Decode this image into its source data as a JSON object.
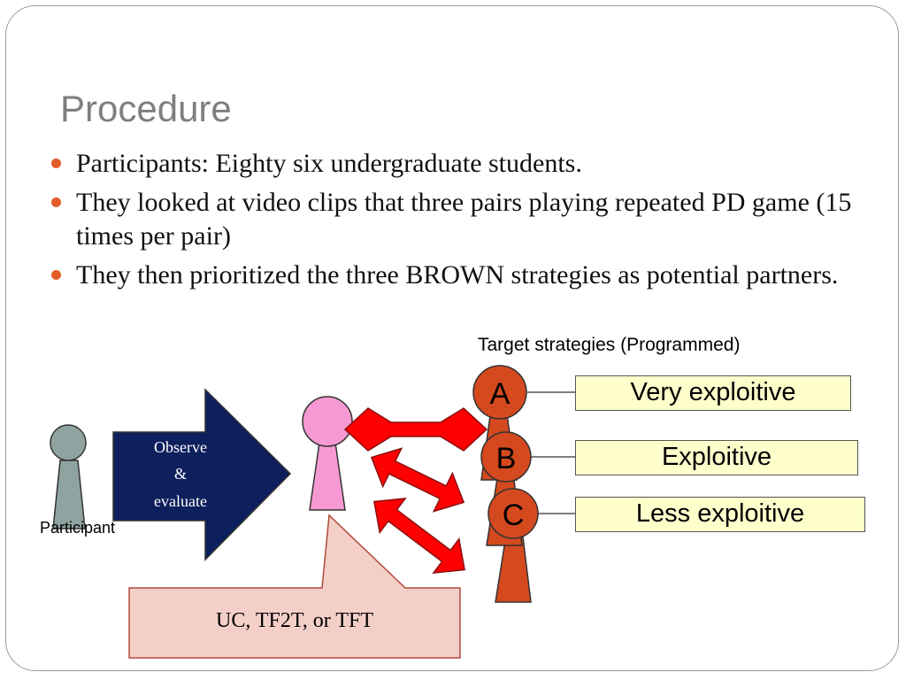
{
  "slide": {
    "title": "Procedure",
    "bullets": [
      "Participants: Eighty six undergraduate students.",
      "They looked at video clips that three pairs playing repeated PD game (15 times per pair)",
      "They then prioritized the three BROWN strategies as potential partners."
    ]
  },
  "diagram": {
    "participant_label": "Participant",
    "observe_arrow": {
      "line1": "Observe",
      "line2": "&",
      "line3": "evaluate"
    },
    "callout": "UC, TF2T, or TFT",
    "targets_caption": "Target strategies (Programmed)",
    "targets": [
      {
        "letter": "A",
        "label": "Very exploitive"
      },
      {
        "letter": "B",
        "label": "Exploitive"
      },
      {
        "letter": "C",
        "label": "Less exploitive"
      }
    ],
    "colors": {
      "participant": "#8fa4a0",
      "observer": "#f79ad3",
      "target": "#d4491e",
      "arrow_dark": "#0d1f5c",
      "double_arrow": "#ff0000",
      "callout_fill": "#f4cfc8",
      "label_fill": "#ffffcc"
    }
  }
}
